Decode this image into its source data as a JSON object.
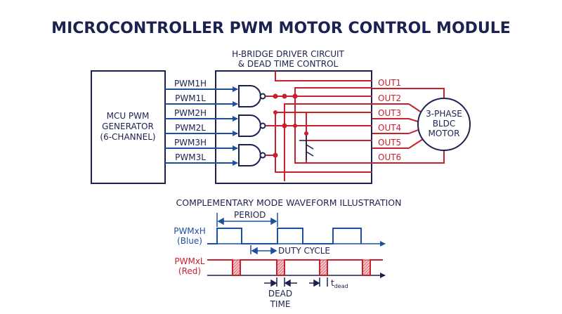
{
  "title": "MICROCONTROLLER PWM MOTOR CONTROL MODULE",
  "colors": {
    "navy": "#1b2250",
    "blue": "#1f4fa0",
    "red": "#c8202d",
    "hatch": "#e9a2a9"
  },
  "mcu": {
    "line1": "MCU PWM",
    "line2": "GENERATOR",
    "line3": "(6-CHANNEL)"
  },
  "inputs": [
    "PWM1H",
    "PWM1L",
    "PWM2H",
    "PWM2L",
    "PWM3H",
    "PWM3L"
  ],
  "driver": {
    "line1": "H-BRIDGE DRIVER CIRCUIT",
    "line2": "& DEAD TIME CONTROL"
  },
  "outputs": [
    "OUT1",
    "OUT2",
    "OUT3",
    "OUT4",
    "OUT5",
    "OUT6"
  ],
  "motor": {
    "line1": "3-PHASE",
    "line2": "BLDC",
    "line3": "MOTOR"
  },
  "waveform": {
    "heading": "COMPLEMENTARY MODE WAVEFORM ILLUSTRATION",
    "high_label_1": "PWMxH",
    "high_label_2": "(Blue)",
    "low_label_1": "PWMxL",
    "low_label_2": "(Red)",
    "period": "PERIOD",
    "duty": "DUTY CYCLE",
    "dead_1": "DEAD",
    "dead_2": "TIME",
    "tdead_main": "t",
    "tdead_sub": "dead"
  }
}
